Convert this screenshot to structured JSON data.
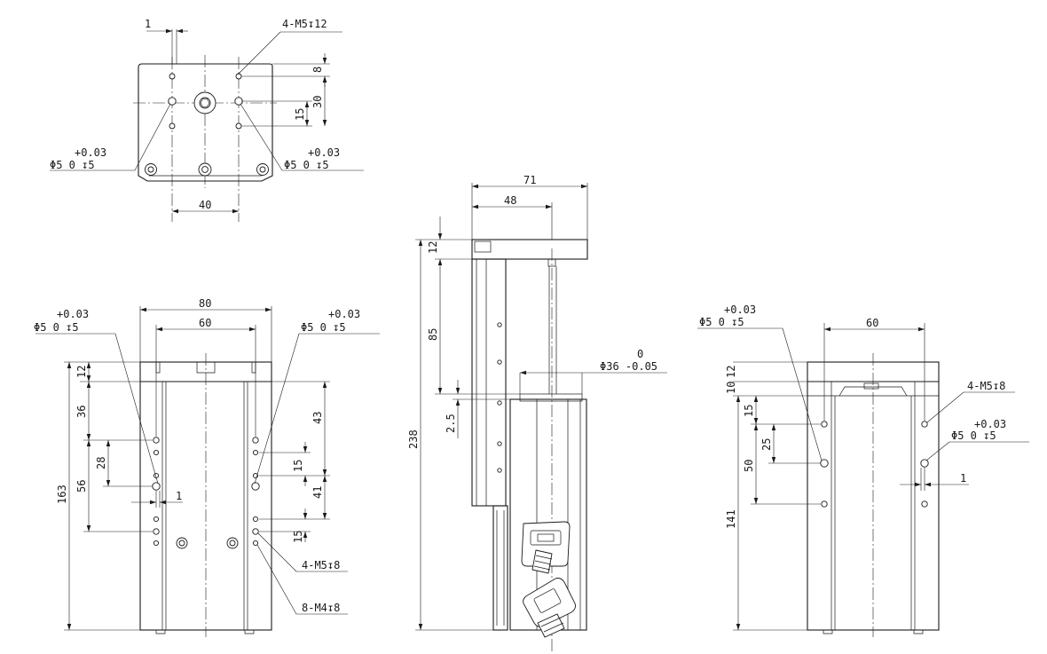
{
  "top_view": {
    "dim_1": "1",
    "callout_tap": "4-M5↧12",
    "dim_8": "8",
    "dim_30": "30",
    "dim_15": "15",
    "tol_left": "+0.03",
    "callout_left": "Φ5  0  ↧5",
    "tol_right": "+0.03",
    "callout_right": "Φ5  0  ↧5",
    "dim_40": "40"
  },
  "front_view": {
    "tol_left": "+0.03",
    "callout_left": "Φ5  0  ↧5",
    "tol_right": "+0.03",
    "callout_right": "Φ5  0  ↧5",
    "dim_80": "80",
    "dim_60": "60",
    "dim_12": "12",
    "dim_36": "36",
    "dim_28": "28",
    "dim_56": "56",
    "dim_163": "163",
    "dim_1": "1",
    "dim_43": "43",
    "dim_15a": "15",
    "dim_41": "41",
    "dim_15b": "15",
    "callout_m5": "4-M5↧8",
    "callout_m4": "8-M4↧8"
  },
  "side_view": {
    "dim_71": "71",
    "dim_48": "48",
    "dim_12": "12",
    "dim_85": "85",
    "dim_238": "238",
    "dim_2_5": "2.5",
    "tol_rod": "0",
    "callout_rod": "Φ36 -0.05"
  },
  "back_view": {
    "tol_left": "+0.03",
    "callout_left": "Φ5  0  ↧5",
    "dim_60": "60",
    "dim_10": "10",
    "dim_12": "12",
    "callout_m5": "4-M5↧8",
    "dim_15": "15",
    "dim_25": "25",
    "dim_50": "50",
    "tol_right": "+0.03",
    "callout_right": "Φ5  0  ↧5",
    "dim_1": "1",
    "dim_141": "141"
  }
}
